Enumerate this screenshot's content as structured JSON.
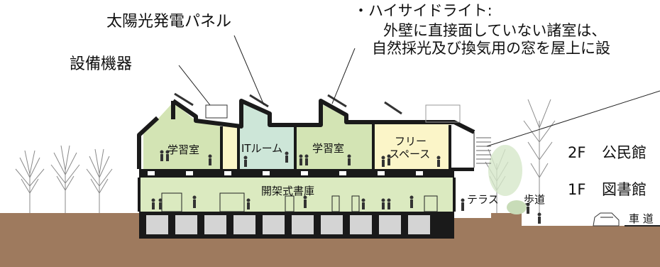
{
  "labels": {
    "solar_panel": "太陽光発電パネル",
    "equipment": "設備機器",
    "highside_title": "・ハイサイドライト:",
    "highside_line1": "外壁に直接面していない諸室は、",
    "highside_line2": "自然採光及び換気用の窓を屋上に設"
  },
  "rooms": {
    "study_room_1": "学習室",
    "it_room": "ITルーム",
    "study_room_2": "学習室",
    "free_space_1": "フリー",
    "free_space_2": "スペース",
    "open_stacks": "開架式書庫",
    "terrace": "テラス",
    "sidewalk": "歩道",
    "roadway": "車 道"
  },
  "floors": {
    "f2": "2F",
    "f2_name": "公民館",
    "f1": "1F",
    "f1_name": "図書館"
  },
  "colors": {
    "study_green": "#d3e4b4",
    "it_teal": "#cde6d8",
    "free_yellow": "#fbf5c8",
    "stacks_green": "#dbeac0",
    "ground_brown": "#9e7a5e",
    "structure": "#1a1a1a"
  }
}
